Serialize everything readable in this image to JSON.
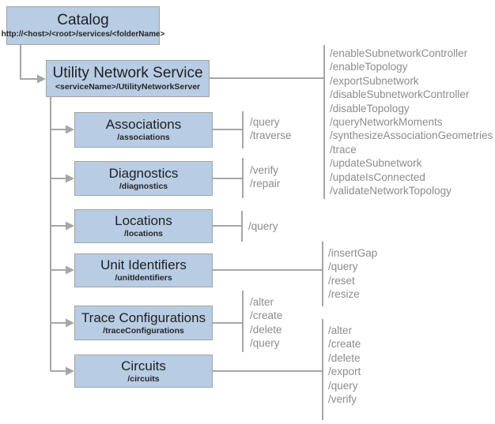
{
  "catalog": {
    "title": "Catalog",
    "subtitle": "http://<host>/<root>/services/<folderName>"
  },
  "service": {
    "title": "Utility Network Service",
    "subtitle": "<serviceName>/UtilityNetworkServer",
    "operations": [
      "/enableSubnetworkController",
      "/enableTopology",
      "/exportSubnetwork",
      "/disableSubnetworkController",
      "/disableTopology",
      "/queryNetworkMoments",
      "/synthesizeAssociationGeometries",
      "/trace",
      "/updateSubnetwork",
      "/updateIsConnected",
      "/validateNetworkTopology"
    ]
  },
  "resources": [
    {
      "title": "Associations",
      "subtitle": "/associations",
      "operations": [
        "/query",
        "/traverse"
      ]
    },
    {
      "title": "Diagnostics",
      "subtitle": "/diagnostics",
      "operations": [
        "/verify",
        "/repair"
      ]
    },
    {
      "title": "Locations",
      "subtitle": "/locations",
      "operations": [
        "/query"
      ]
    },
    {
      "title": "Unit Identifiers",
      "subtitle": "/unitIdentifiers",
      "operations": [
        "/insertGap",
        "/query",
        "/reset",
        "/resize"
      ]
    },
    {
      "title": "Trace Configurations",
      "subtitle": "/traceConfigurations",
      "operations": [
        "/alter",
        "/create",
        "/delete",
        "/query"
      ]
    },
    {
      "title": "Circuits",
      "subtitle": "/circuits",
      "operations": [
        "/alter",
        "/create",
        "/delete",
        "/export",
        "/query",
        "/verify"
      ]
    }
  ],
  "colors": {
    "box_fill": "#b8cce4",
    "box_border": "#a3a3a3",
    "connector": "#a6a6a6",
    "operation_text": "#8c8c8c",
    "title_text": "#1f1f1f"
  }
}
